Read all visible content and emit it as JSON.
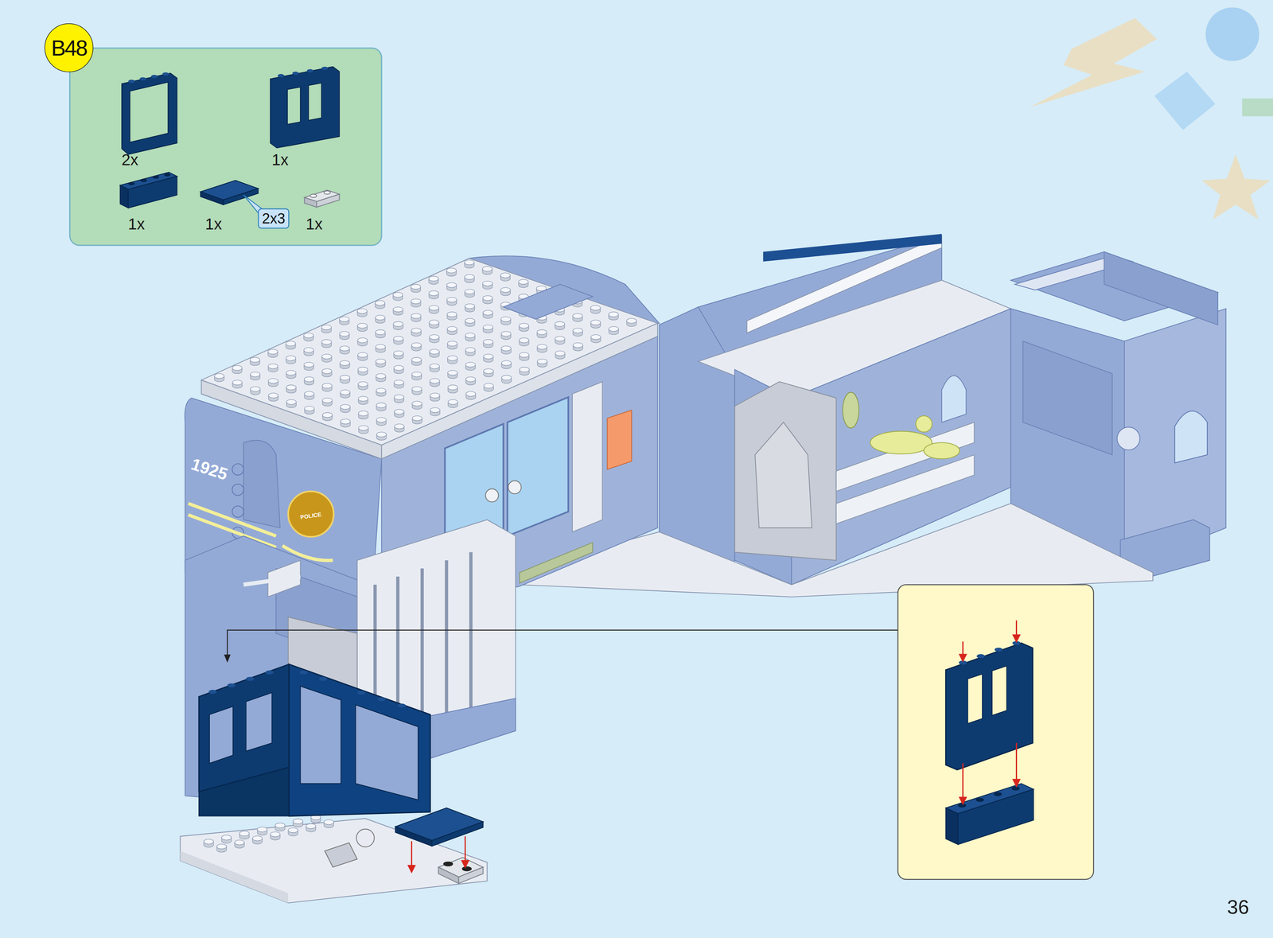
{
  "diagram": {
    "nodes": [
      {
        "text": [
          "B48"
        ]
      },
      {
        "text": [
          "2x3"
        ]
      }
    ],
    "labels": [
      "2x",
      "1x",
      "1x",
      "1x",
      "1x",
      "1925",
      "POLICE",
      "36"
    ]
  }
}
